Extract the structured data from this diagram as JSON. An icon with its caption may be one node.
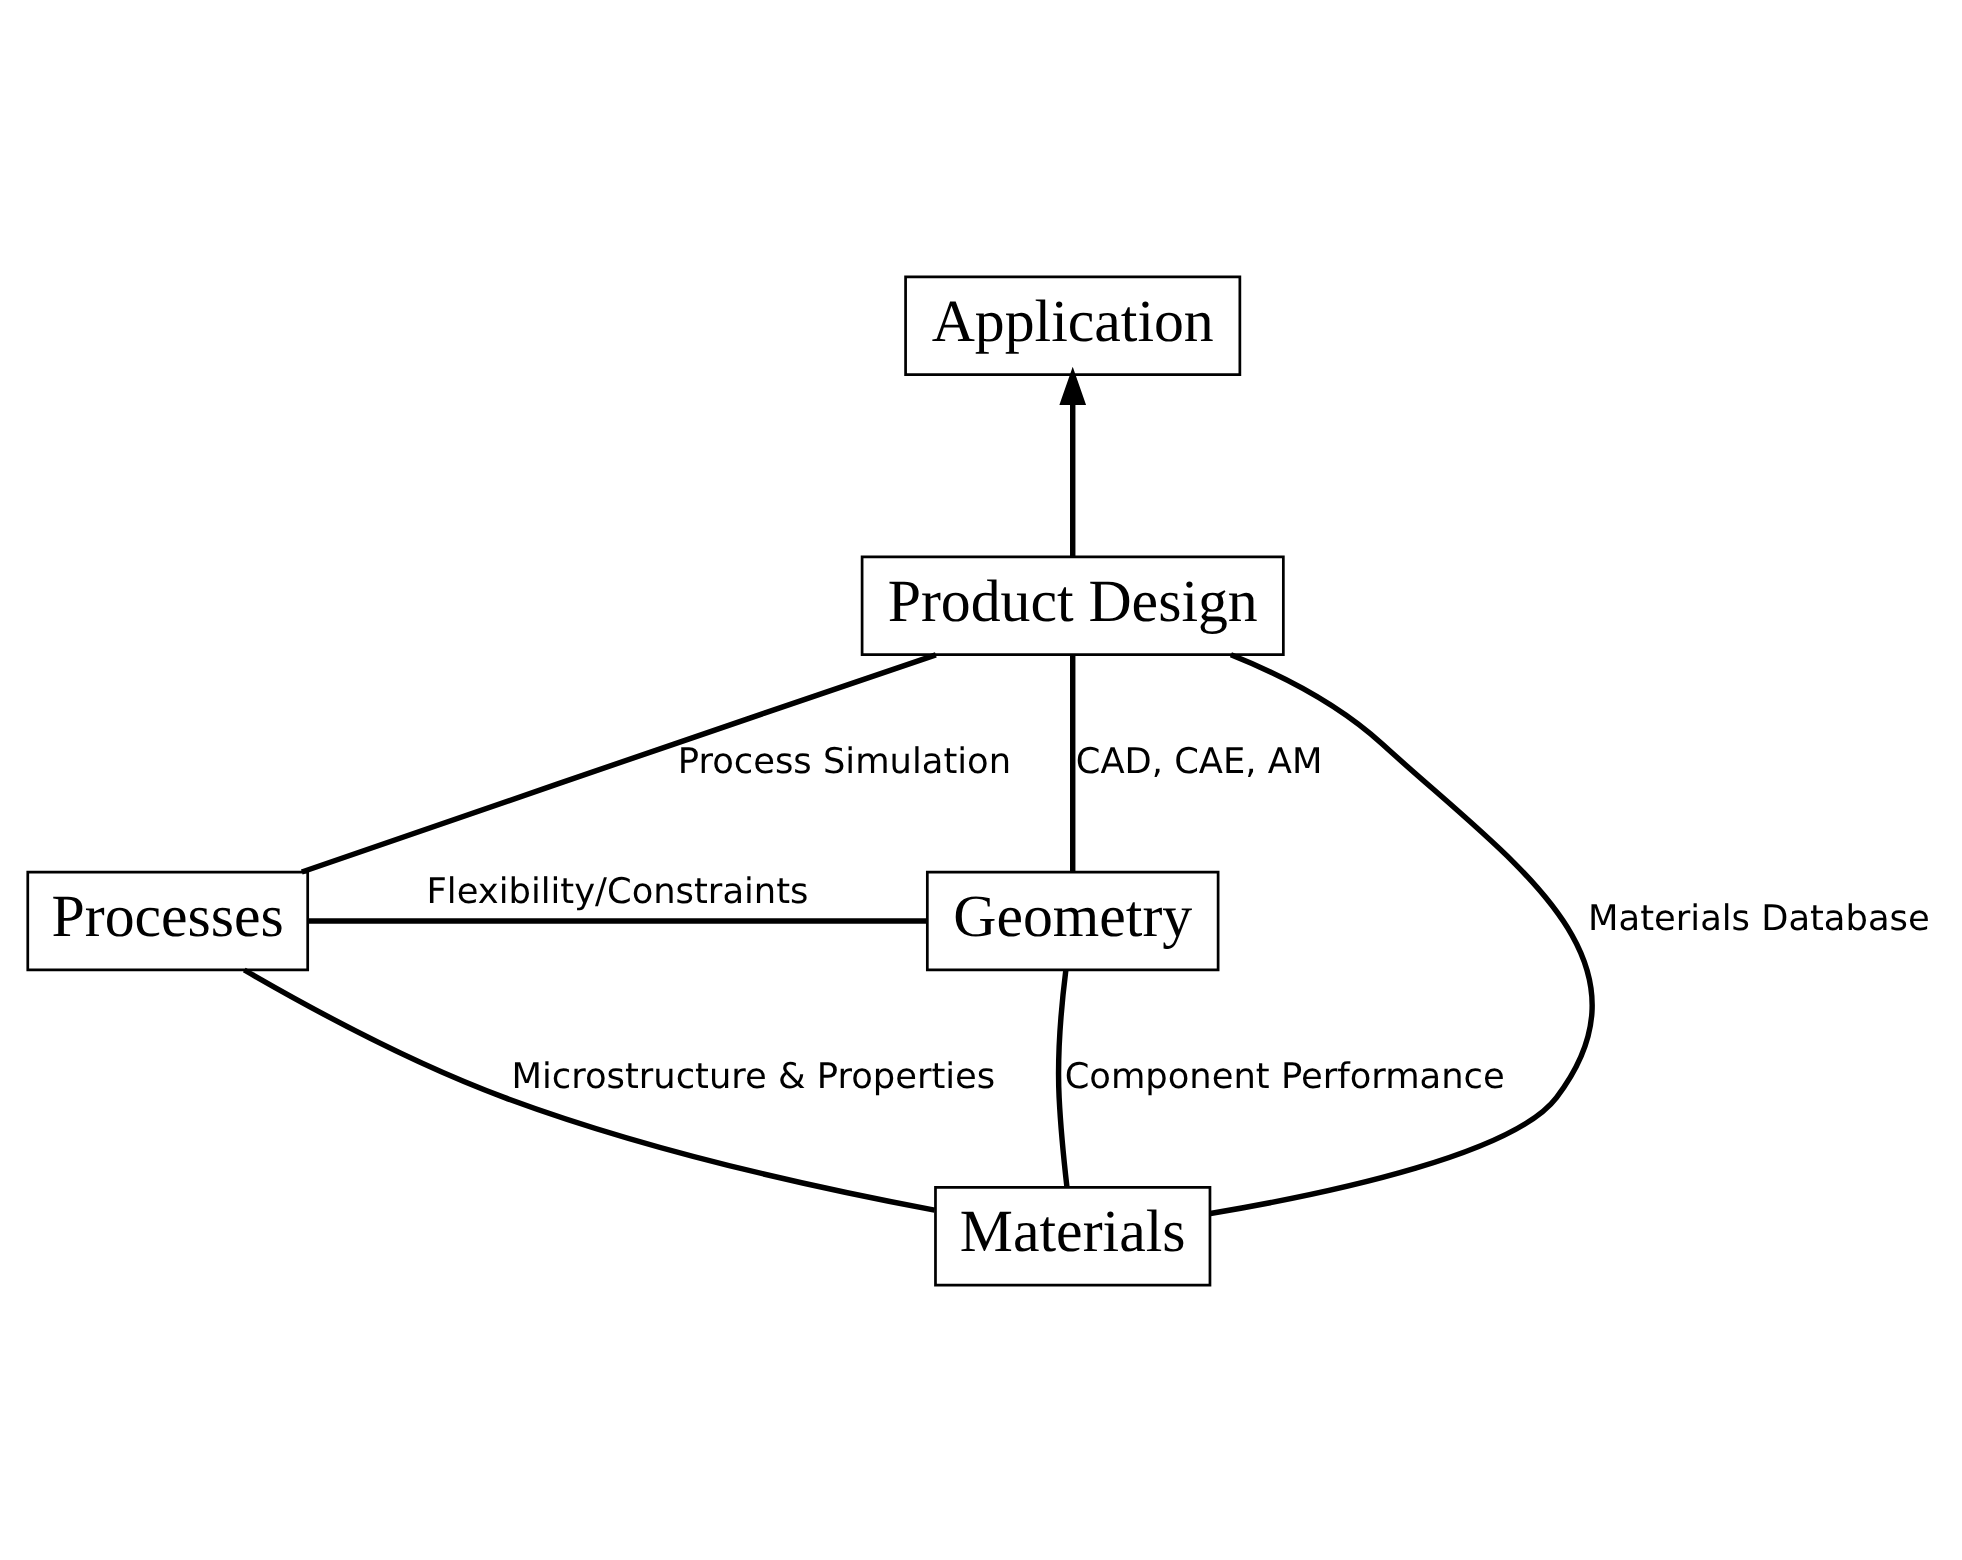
{
  "diagram": {
    "nodes": [
      {
        "text": [
          "Application"
        ]
      },
      {
        "text": [
          "Product Design"
        ]
      },
      {
        "text": [
          "Processes"
        ]
      },
      {
        "text": [
          "Geometry"
        ]
      },
      {
        "text": [
          "Materials"
        ]
      }
    ],
    "edges": [
      {
        "from": 1,
        "to": 0,
        "arrow": "to"
      },
      {
        "from": 1,
        "to": 2,
        "arrow": "none",
        "label": "Process Simulation"
      },
      {
        "from": 1,
        "to": 3,
        "arrow": "none",
        "label": "CAD, CAE, AM"
      },
      {
        "from": 1,
        "to": 4,
        "arrow": "none",
        "label": "Materials Database"
      },
      {
        "from": 2,
        "to": 3,
        "arrow": "none",
        "label": "Flexibility/Constraints"
      },
      {
        "from": 2,
        "to": 4,
        "arrow": "none",
        "label": "Microstructure & Properties"
      },
      {
        "from": 3,
        "to": 4,
        "arrow": "none",
        "label": "Component Performance"
      }
    ]
  }
}
